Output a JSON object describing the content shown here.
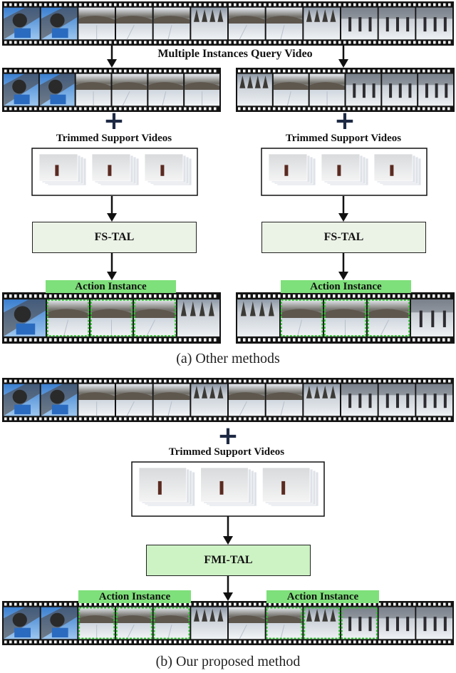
{
  "labels": {
    "query_title": "Multiple Instances Query Video",
    "support_left": "Trimmed Support Videos",
    "support_right": "Trimmed Support Videos",
    "support_bottom": "Trimmed Support Videos",
    "fstal_left": "FS-TAL",
    "fstal_right": "FS-TAL",
    "fmital": "FMI-TAL",
    "action_a_left": "Action Instance",
    "action_a_right": "Action Instance",
    "action_b_left": "Action Instance",
    "action_b_right": "Action Instance",
    "caption_a": "(a)  Other methods",
    "caption_b": "(b)  Our proposed method",
    "plus_symbol": "+"
  },
  "colors": {
    "film": "#141414",
    "action_highlight": "#7ee07a",
    "action_border": "#35c235",
    "fstal_fill": "#ebf2e6",
    "fmital_fill": "#cdf2c4",
    "arrow": "#111111"
  }
}
